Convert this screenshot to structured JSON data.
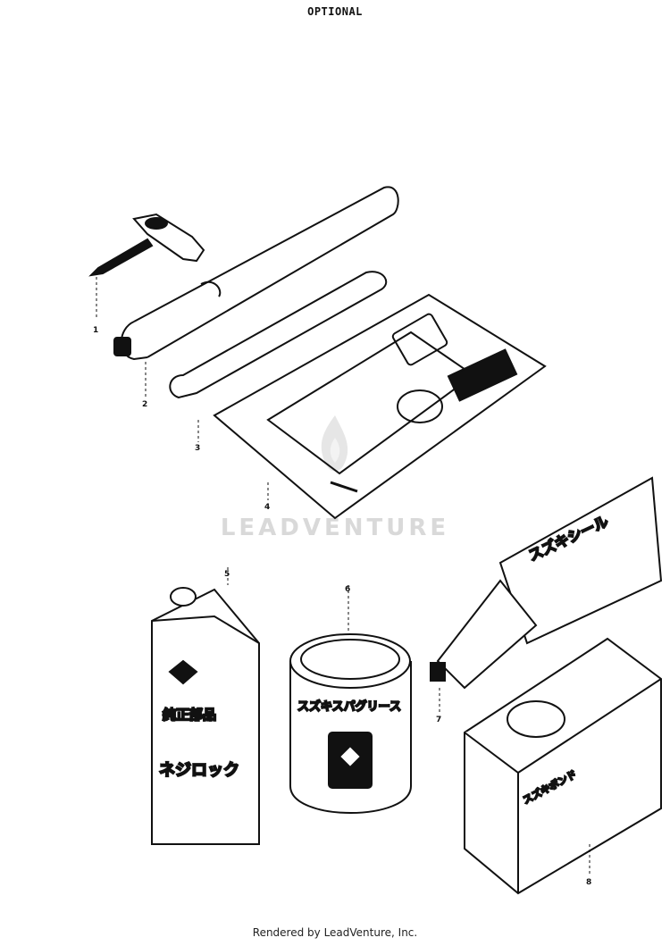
{
  "header": {
    "title": "OPTIONAL"
  },
  "footer": {
    "text": "Rendered by LeadVenture, Inc."
  },
  "watermark": {
    "text": "LEADVENTURE"
  },
  "callouts": [
    "1",
    "2",
    "3",
    "4",
    "5",
    "6",
    "7",
    "8"
  ],
  "labels": {
    "can_brand": "スズキスパグリース",
    "tube_brand": "スズキシール",
    "bottle_line1": "純正部品",
    "bottle_line2": "ネジロック",
    "box_brand": "スズキボンド"
  }
}
